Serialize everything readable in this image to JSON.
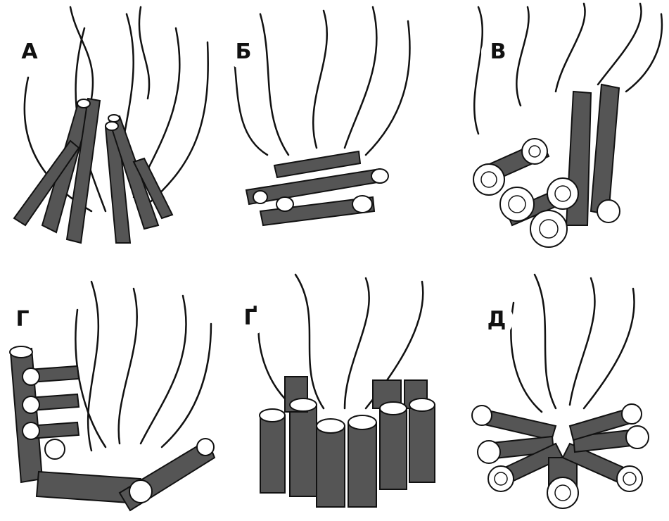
{
  "figure": {
    "panels": [
      {
        "label": "А",
        "fire_type": "teepee"
      },
      {
        "label": "Б",
        "fire_type": "lean-to"
      },
      {
        "label": "В",
        "fire_type": "log-pile"
      },
      {
        "label": "Г",
        "fire_type": "wall-reflector"
      },
      {
        "label": "Ґ",
        "fire_type": "upright-logs"
      },
      {
        "label": "Д",
        "fire_type": "star"
      }
    ],
    "colors": {
      "ink": "#111111",
      "paper": "#ffffff"
    }
  }
}
